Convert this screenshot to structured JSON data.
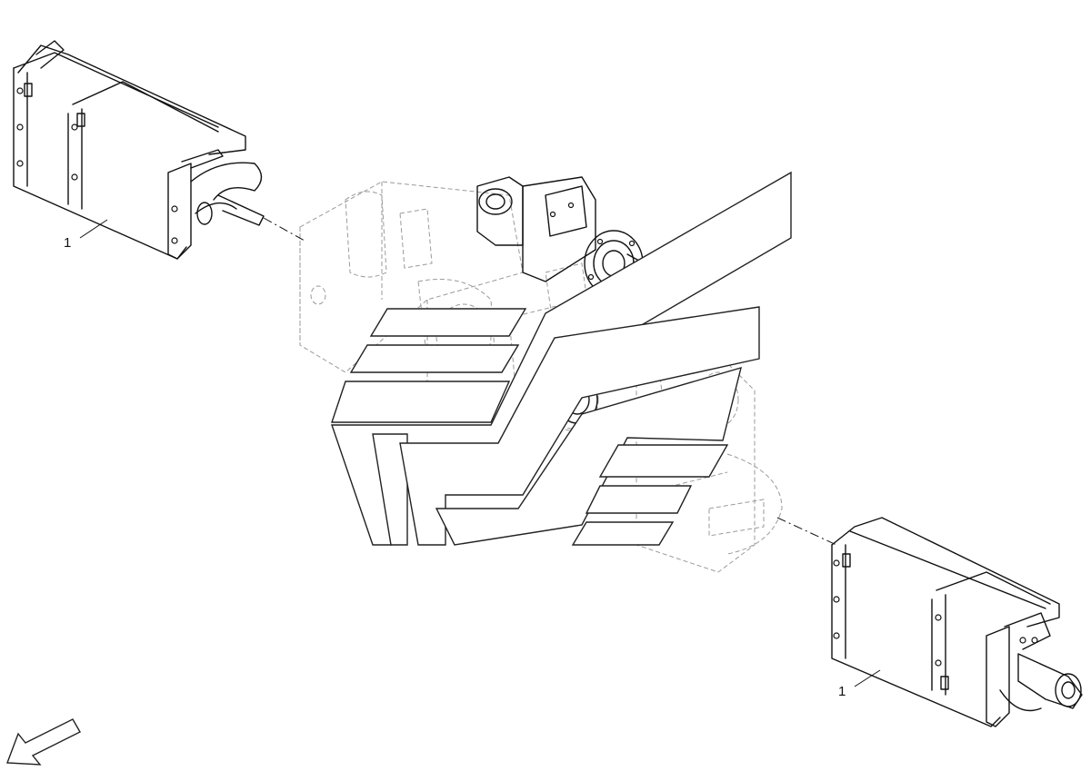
{
  "callouts": [
    {
      "id": "top-left",
      "label": "1"
    },
    {
      "id": "bottom-right",
      "label": "1"
    }
  ],
  "icons": {
    "orientation": "direction-arrow-icon",
    "watermark": "brand-logo-icon"
  },
  "colors": {
    "line": "#111111",
    "hidden_line": "#9a9a9a",
    "background": "#ffffff"
  }
}
